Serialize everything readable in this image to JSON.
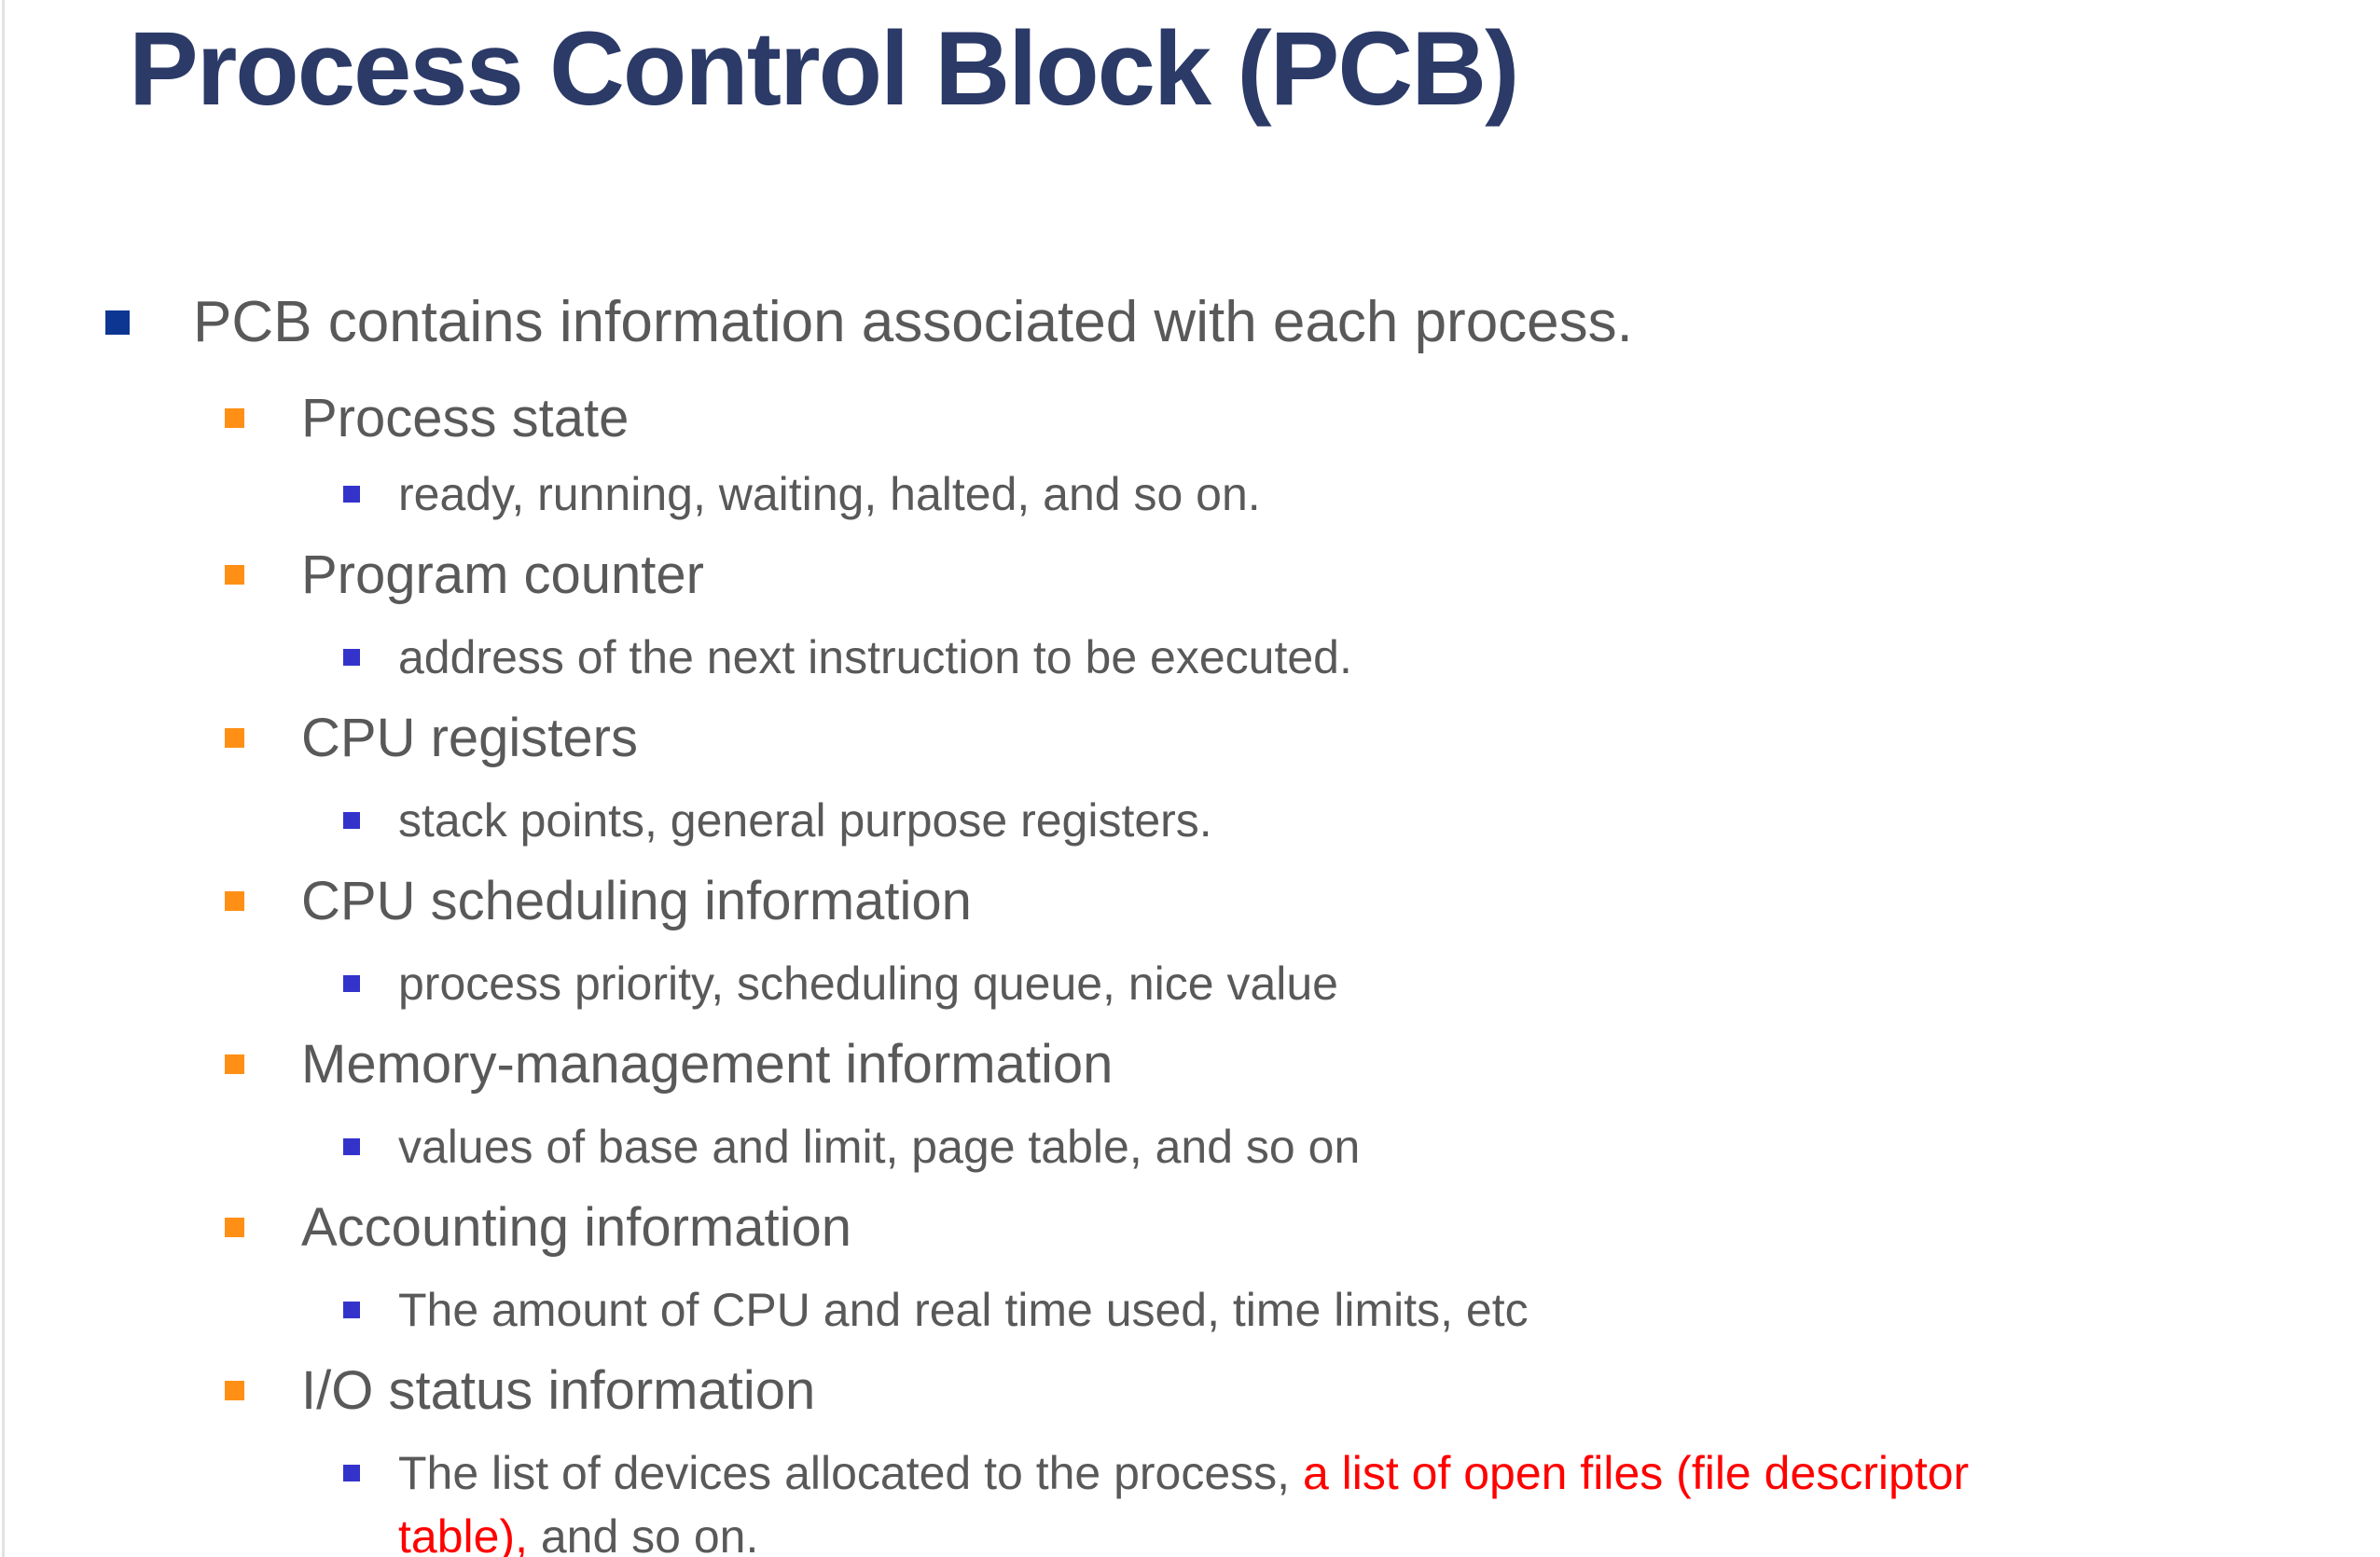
{
  "title": "Process Control Block (PCB)",
  "colors": {
    "title": "#2b3a67",
    "body_text": "#595959",
    "bullet_level1": "#0d3693",
    "bullet_level2": "#ff9015",
    "bullet_level3": "#3333cc",
    "highlight_red": "#ff0000"
  },
  "content": {
    "intro": "PCB contains information associated with each process.",
    "items": [
      {
        "label": "Process state",
        "sub": "ready, running, waiting, halted, and so on."
      },
      {
        "label": "Program counter",
        "sub": "address of the next instruction to be executed."
      },
      {
        "label": "CPU registers",
        "sub": "stack points, general purpose registers."
      },
      {
        "label": "CPU scheduling information",
        "sub": "process priority, scheduling queue, nice value"
      },
      {
        "label": "Memory-management information",
        "sub": "values of base and limit, page table, and so on"
      },
      {
        "label": "Accounting information",
        "sub": "The amount of CPU and real time used, time limits, etc"
      },
      {
        "label": "I/O status information",
        "sub_line1_gray": "The list of devices allocated to the process, ",
        "sub_line1_red": "a list of open files (file descriptor",
        "sub_line2_red": "table),",
        "sub_line2_gray": " and so on."
      }
    ]
  }
}
